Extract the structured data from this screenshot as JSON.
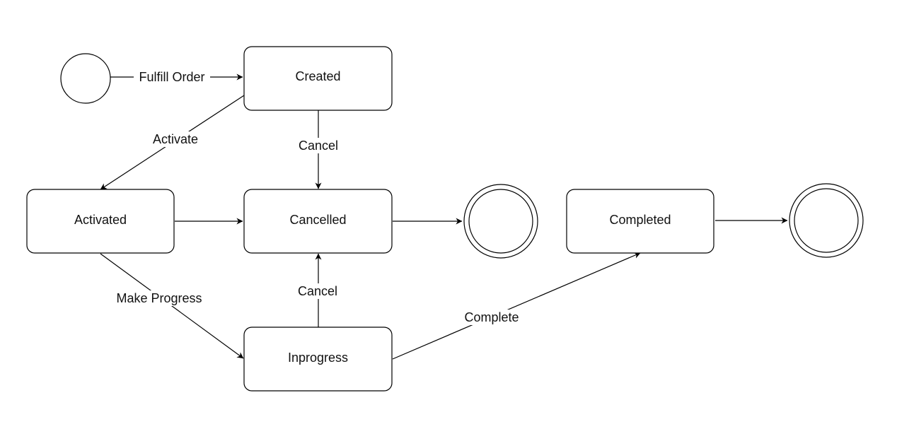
{
  "diagram": {
    "states": {
      "created": "Created",
      "activated": "Activated",
      "cancelled": "Cancelled",
      "inprogress": "Inprogress",
      "completed": "Completed"
    },
    "transitions": {
      "fulfill_order": "Fulfill Order",
      "activate": "Activate",
      "cancel_from_created": "Cancel",
      "cancel_from_inprogress": "Cancel",
      "make_progress": "Make Progress",
      "complete": "Complete"
    }
  }
}
